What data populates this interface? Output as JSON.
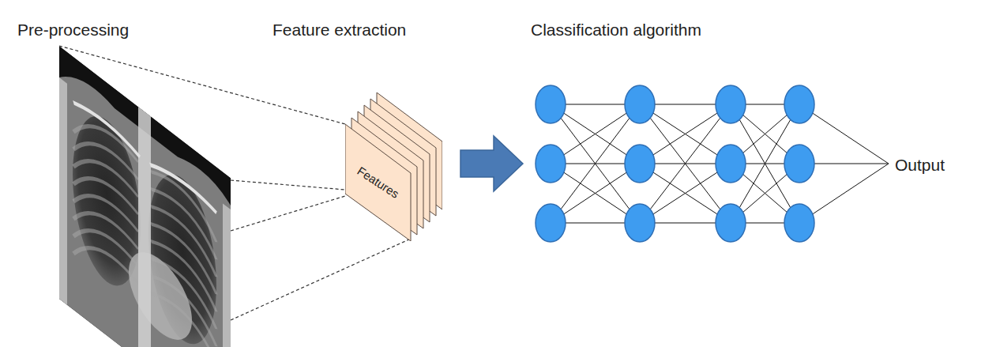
{
  "diagram": {
    "nodes": [
      {
        "text": [
          "Features"
        ]
      }
    ],
    "labels": [
      "Pre-processing",
      "Feature extraction",
      "Classification algorithm",
      "Output"
    ]
  }
}
